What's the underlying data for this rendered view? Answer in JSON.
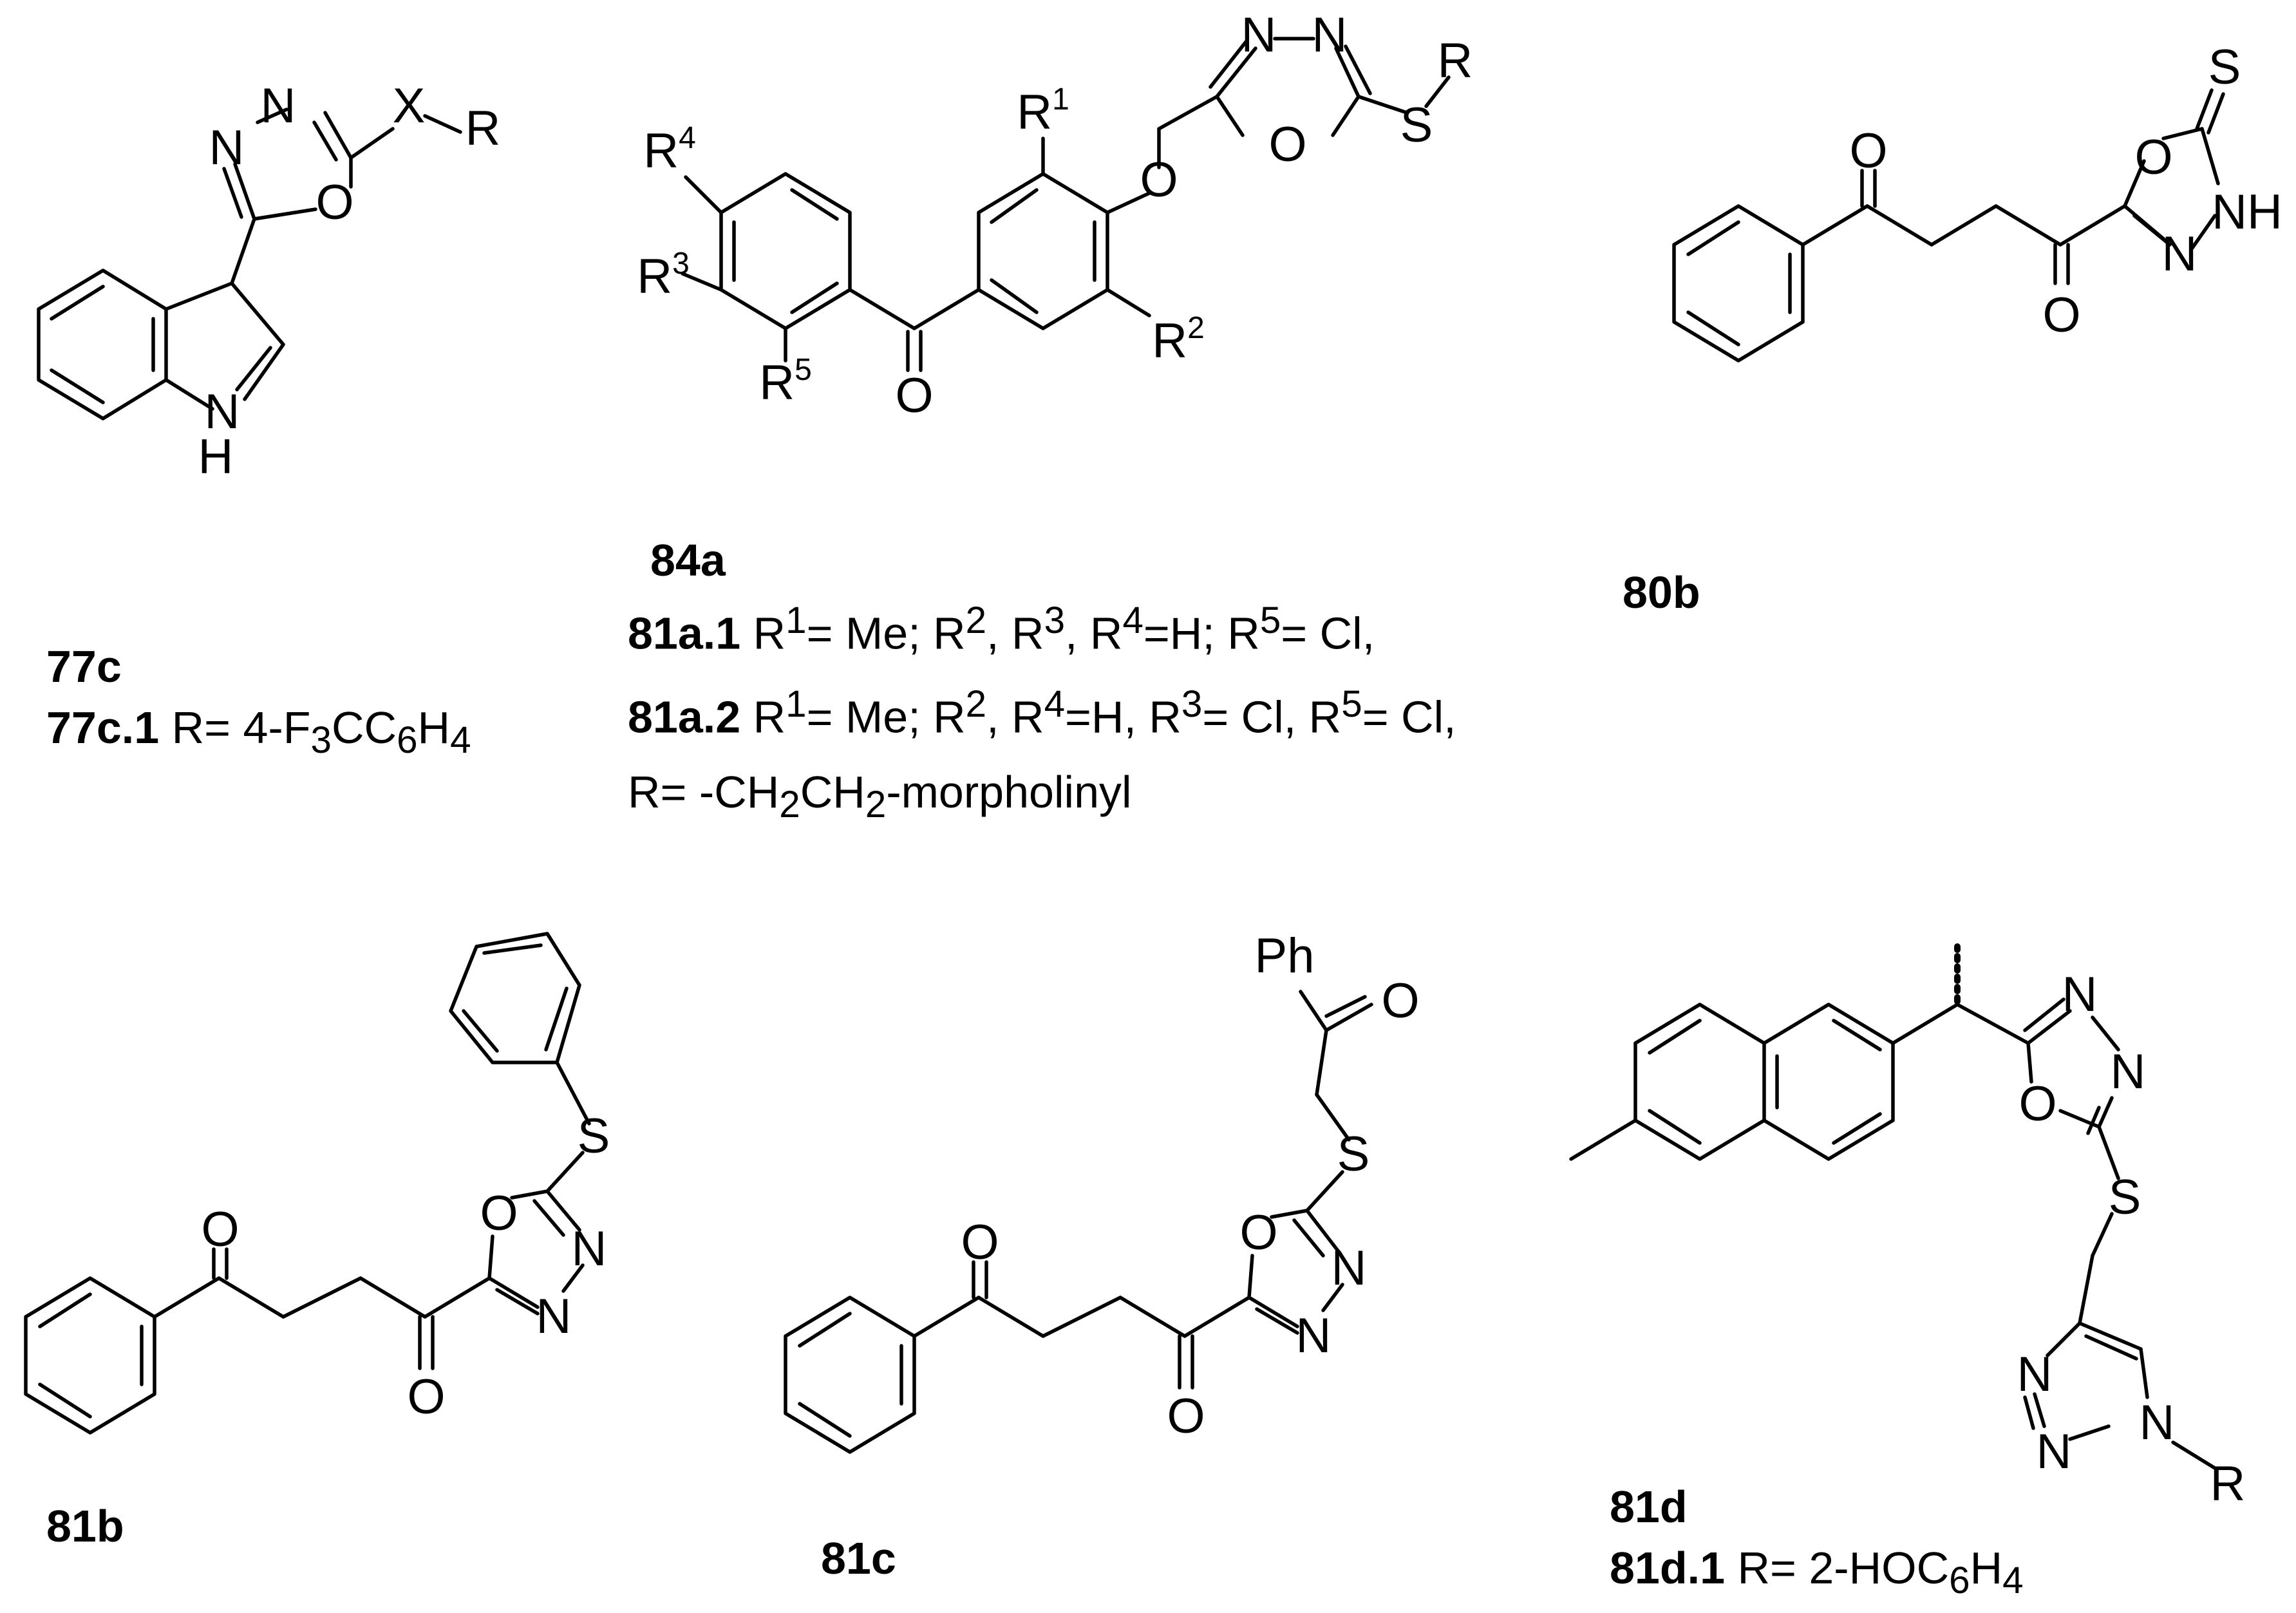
{
  "compounds": {
    "c77c": {
      "id": "77c",
      "sub_id": "77c.1",
      "sub_text": "R= 4-F",
      "sub_s1": "3",
      "sub_mid": "CC",
      "sub_s2": "6",
      "sub_mid2": "H",
      "sub_s3": "4"
    },
    "c84a": {
      "id": "84a",
      "l1_id": "81a.1",
      "l1_t1": " R",
      "l1_s1": "1",
      "l1_t2": "= Me; R",
      "l1_s2": "2",
      "l1_t3": ", R",
      "l1_s3": "3",
      "l1_t4": ", R",
      "l1_s4": "4",
      "l1_t5": "=H; R",
      "l1_s5": "5",
      "l1_t6": "= Cl,",
      "l2_id": "81a.2",
      "l2_t1": " R",
      "l2_s1": "1",
      "l2_t2": "= Me; R",
      "l2_s2": "2",
      "l2_t3": ", R",
      "l2_s3": "4",
      "l2_t4": "=H,  R",
      "l2_s4": "3",
      "l2_t5": "= Cl, R",
      "l2_s5": "5",
      "l2_t6": "= Cl,",
      "l3_t1": "R= -CH",
      "l3_s1": "2",
      "l3_t2": "CH",
      "l3_s2": "2",
      "l3_t3": "-morpholinyl"
    },
    "c80b": {
      "id": "80b"
    },
    "c81b": {
      "id": "81b"
    },
    "c81c": {
      "id": "81c"
    },
    "c81d": {
      "id": "81d",
      "sub_id": "81d.1",
      "sub_text": "R= 2-HOC",
      "sub_s1": "6",
      "sub_mid": "H",
      "sub_s2": "4"
    }
  },
  "atom_labels": {
    "N": "N",
    "O": "O",
    "S": "S",
    "X": "X",
    "R": "R",
    "H": "H",
    "NH": "NH",
    "Ph": "Ph",
    "R1": "R",
    "R2": "R",
    "R3": "R",
    "R4": "R",
    "R5": "R",
    "sup1": "1",
    "sup2": "2",
    "sup3": "3",
    "sup4": "4",
    "sup5": "5"
  }
}
